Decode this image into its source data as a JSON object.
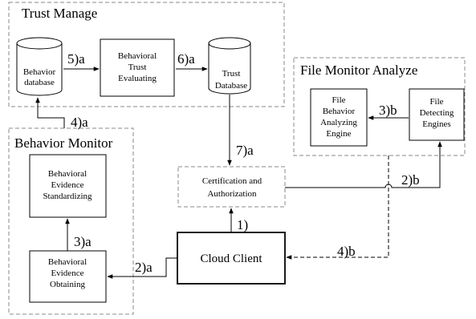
{
  "groups": {
    "trust_manage": "Trust Manage",
    "file_monitor": "File Monitor Analyze",
    "behavior_monitor": "Behavior Monitor"
  },
  "nodes": {
    "behavior_db": [
      "Behavior",
      "database"
    ],
    "behavioral_trust": [
      "Behavioral",
      "Trust",
      "Evaluating"
    ],
    "trust_db": [
      "Trust",
      "Database"
    ],
    "file_behavior": [
      "File",
      "Behavior",
      "Analyzing",
      "Engine"
    ],
    "file_detecting": [
      "File",
      "Detecting",
      "Engines"
    ],
    "evidence_standardizing": [
      "Behavioral",
      "Evidence",
      "Standardizing"
    ],
    "evidence_obtaining": [
      "Behavioral",
      "Evidence",
      "Obtaining"
    ],
    "certification": [
      "Certification and",
      "Authorization"
    ],
    "cloud_client": "Cloud Client"
  },
  "steps": {
    "s5a": "5)a",
    "s6a": "6)a",
    "s4a": "4)a",
    "s3b": "3)b",
    "s7a": "7)a",
    "s2b": "2)b",
    "s3a": "3)a",
    "s1": "1)",
    "s2a": "2)a",
    "s4b": "4)b"
  }
}
